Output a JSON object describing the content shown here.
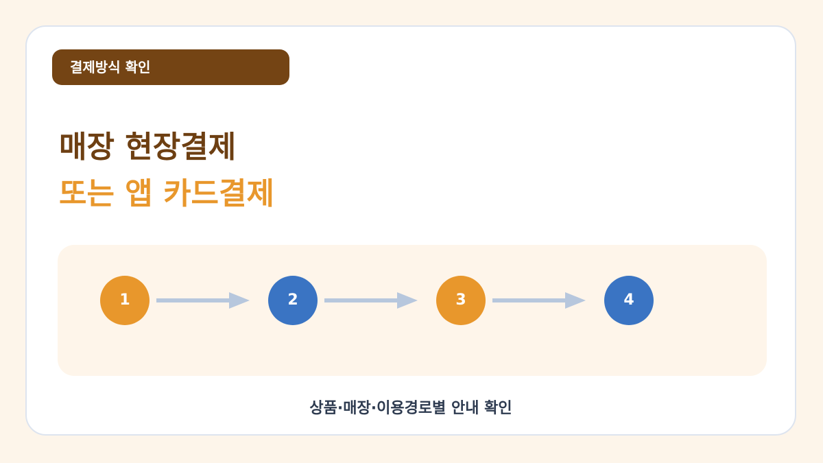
{
  "tag": {
    "label": "결제방식 확인"
  },
  "title": {
    "line1": "매장 현장결제",
    "line2": "또는 앱 카드결제"
  },
  "flow": {
    "steps": [
      {
        "label": "1",
        "color": "#e8972c"
      },
      {
        "label": "2",
        "color": "#3a74c3"
      },
      {
        "label": "3",
        "color": "#e8972c"
      },
      {
        "label": "4",
        "color": "#3a74c3"
      }
    ],
    "arrow_color": "#b7c7dd"
  },
  "footer": {
    "text": "상품·매장·이용경로별 안내 확인"
  },
  "colors": {
    "background": "#fdf5ea",
    "card": "#ffffff",
    "tag_bg": "#744414",
    "title_brown": "#6d3f12",
    "title_orange": "#e8972c"
  }
}
